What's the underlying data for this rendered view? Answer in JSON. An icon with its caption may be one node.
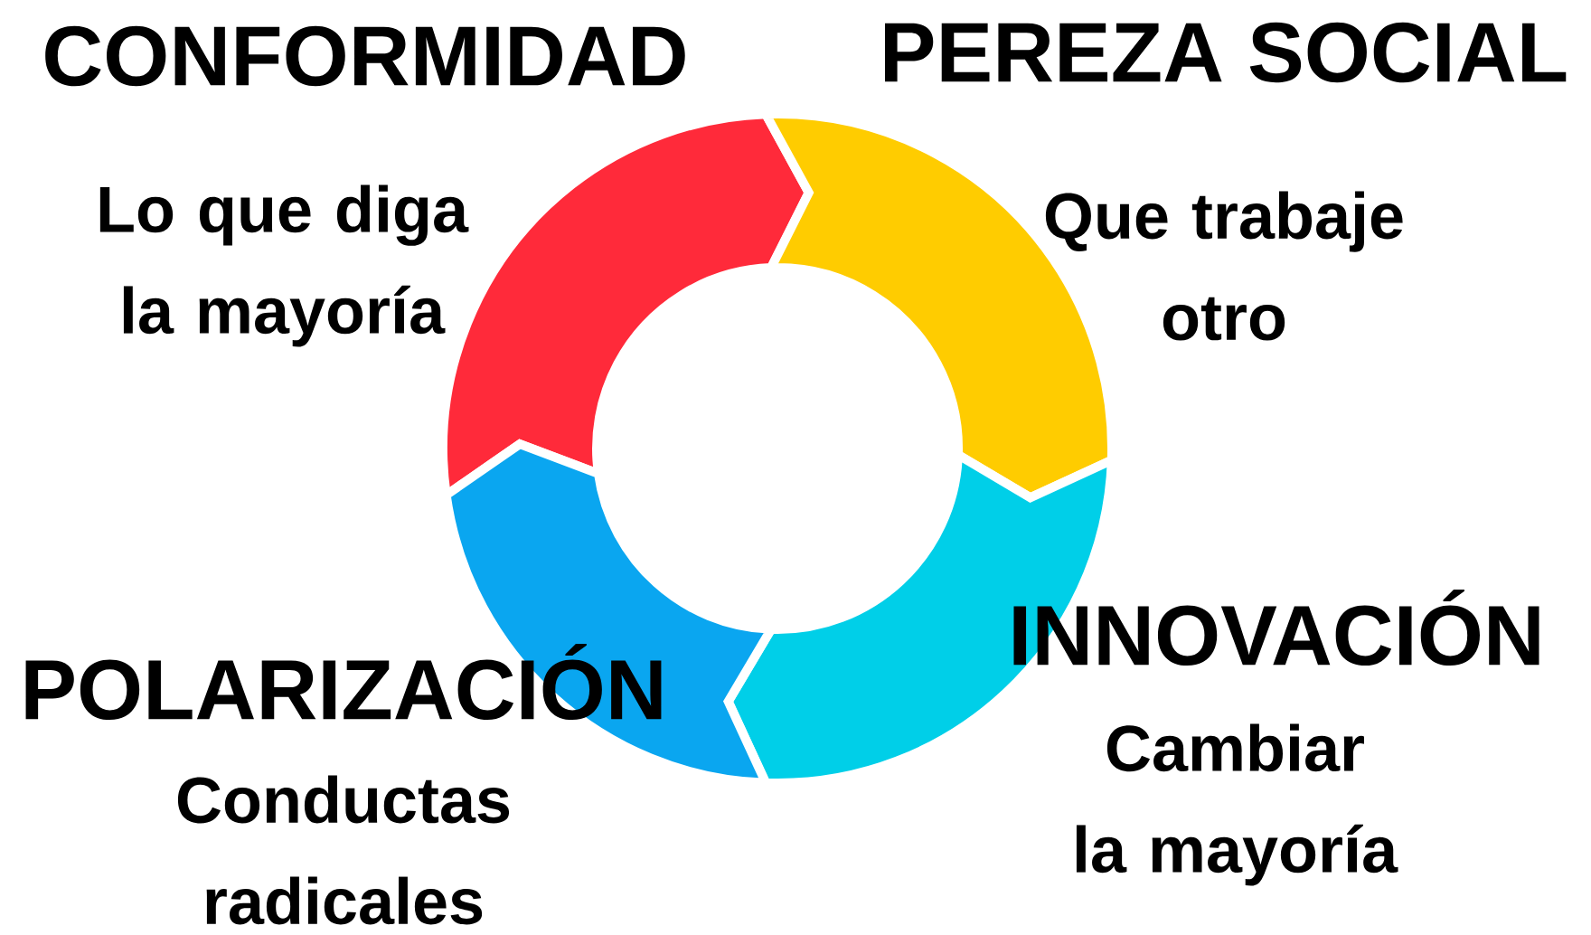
{
  "diagram": {
    "labels": [
      "CONFORMIDAD",
      "PEREZA SOCIAL",
      "Lo que diga la mayoría",
      "Que trabaje otro",
      "INNOVACIÓN",
      "POLARIZACIÓN",
      "Cambiar la mayoría",
      "Conductas radicales"
    ]
  }
}
